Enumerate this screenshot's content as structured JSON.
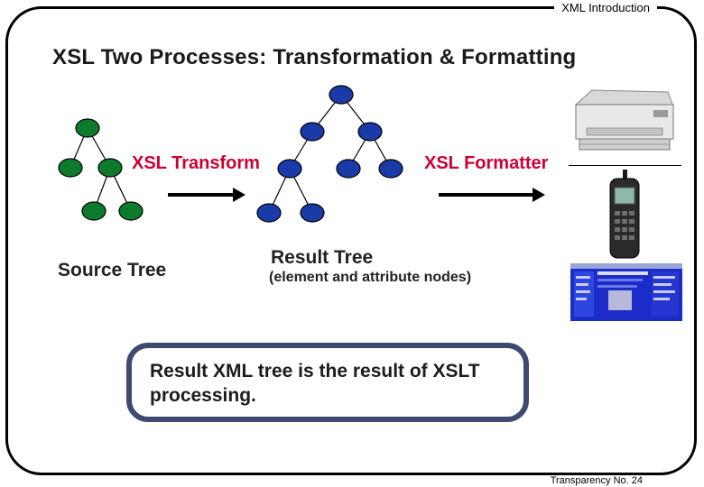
{
  "header": {
    "label": "XML Introduction"
  },
  "footer": {
    "label": "Transparency No. 24"
  },
  "slide": {
    "title": "XSL Two Processes: Transformation & Formatting",
    "transform_label": "XSL Transform",
    "formatter_label": "XSL Formatter",
    "source_tree_label": "Source Tree",
    "result_tree_label": "Result Tree",
    "result_tree_sublabel": "(element and attribute nodes)",
    "note_line1": "Result XML tree is the result of XSLT",
    "note_line2": "processing."
  },
  "colors": {
    "source_node": "#0e7a2e",
    "result_node": "#1a3aa8",
    "label_red": "#cc0033",
    "note_border": "#3e4a70"
  },
  "icons": [
    "printer-icon",
    "mobile-phone-icon",
    "web-browser-screen-icon"
  ]
}
